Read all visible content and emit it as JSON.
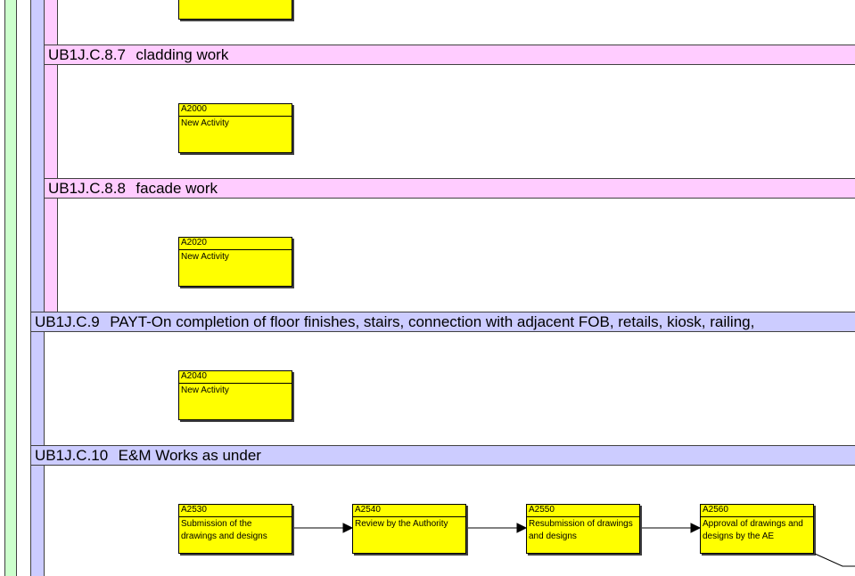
{
  "bands": [
    {
      "code": "UB1J.C.8.7",
      "title": "cladding work"
    },
    {
      "code": "UB1J.C.8.8",
      "title": "facade work"
    },
    {
      "code": "UB1J.C.9",
      "title": "PAYT-On completion of floor finishes, stairs, connection with adjacent FOB, retails, kiosk, railing,"
    },
    {
      "code": "UB1J.C.10",
      "title": "E&M Works as under"
    }
  ],
  "activities": [
    {
      "id": "A2000",
      "name": "New Activity"
    },
    {
      "id": "A2020",
      "name": "New Activity"
    },
    {
      "id": "A2040",
      "name": "New Activity"
    },
    {
      "id": "A2530",
      "name": "Submission of the drawings and designs"
    },
    {
      "id": "A2540",
      "name": "Review by the Authority"
    },
    {
      "id": "A2550",
      "name": "Resubmission of drawings and designs"
    },
    {
      "id": "A2560",
      "name": "Approval of drawings and designs by the AE"
    }
  ],
  "colors": {
    "activity_fill": "#ffff00",
    "level_green": "#ccffcc",
    "level_blue": "#ccccff",
    "level_pink": "#ffccff"
  }
}
